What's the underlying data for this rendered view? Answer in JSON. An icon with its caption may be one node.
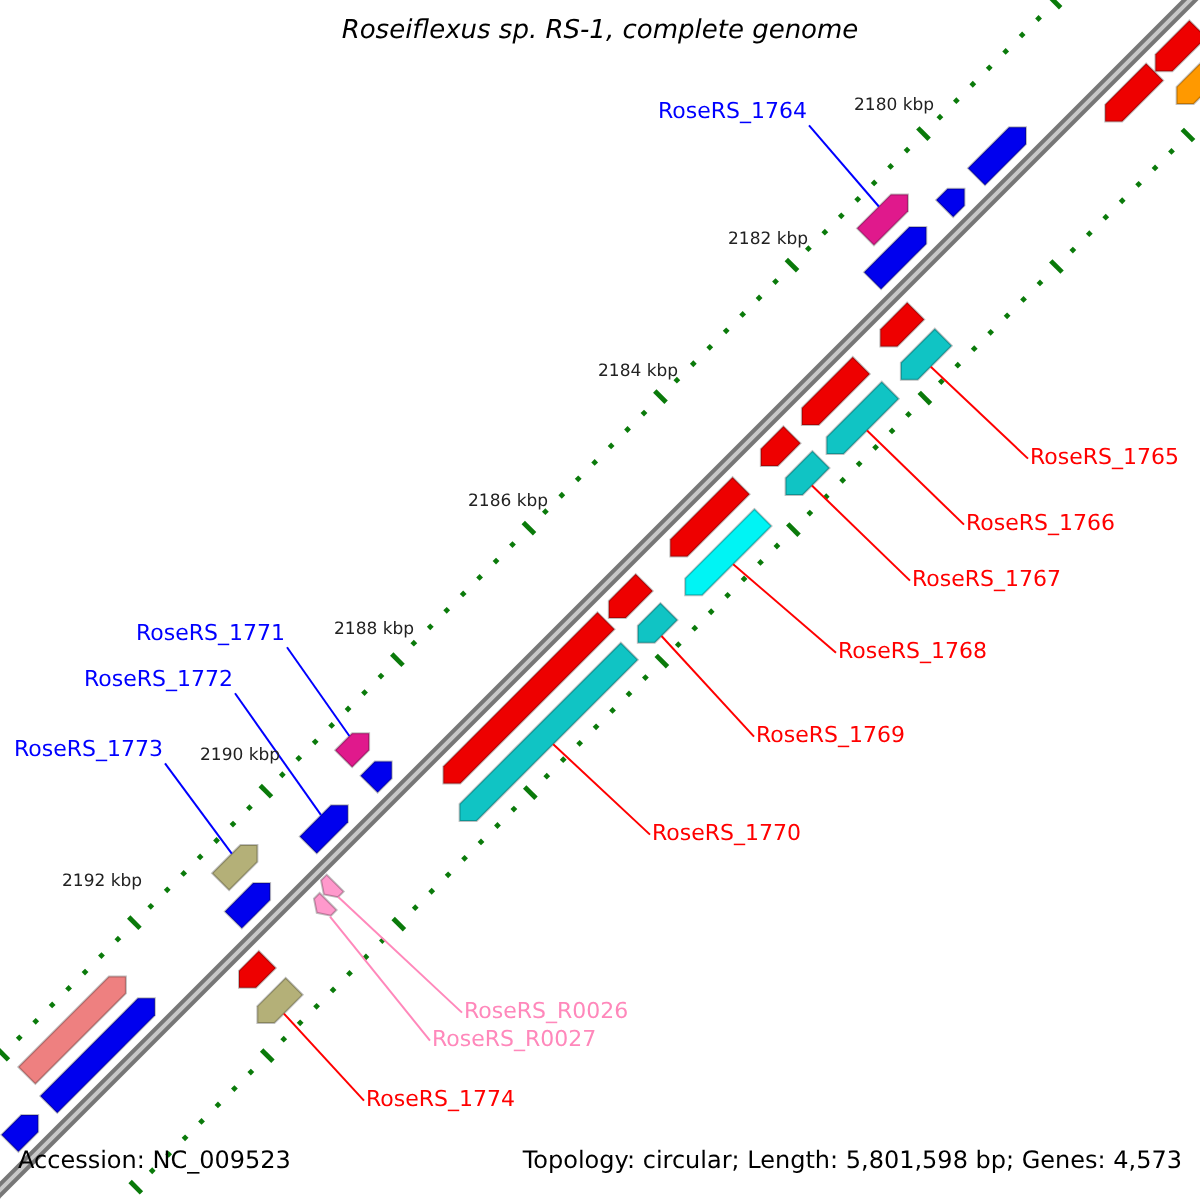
{
  "diagram": {
    "title": "Roseiflexus sp. RS-1, complete genome",
    "nodes": [
      {
        "text": [
          "RoseRS_1764"
        ]
      },
      {
        "text": [
          "RoseRS_1765"
        ]
      },
      {
        "text": [
          "RoseRS_1766"
        ]
      },
      {
        "text": [
          "RoseRS_1767"
        ]
      },
      {
        "text": [
          "RoseRS_1768"
        ]
      },
      {
        "text": [
          "RoseRS_1769"
        ]
      },
      {
        "text": [
          "RoseRS_1770"
        ]
      },
      {
        "text": [
          "RoseRS_1771"
        ]
      },
      {
        "text": [
          "RoseRS_1772"
        ]
      },
      {
        "text": [
          "RoseRS_1773"
        ]
      },
      {
        "text": [
          "RoseRS_R0026"
        ]
      },
      {
        "text": [
          "RoseRS_R0027"
        ]
      },
      {
        "text": [
          "RoseRS_1774"
        ]
      },
      {
        "text": [],
        "shape": "bar"
      },
      {
        "text": [],
        "shape": "bar"
      },
      {
        "text": [],
        "shape": "bar"
      },
      {
        "text": [],
        "shape": "bar"
      },
      {
        "text": [],
        "shape": "bar"
      },
      {
        "text": [],
        "shape": "bar"
      },
      {
        "text": [],
        "shape": "bar"
      },
      {
        "text": [],
        "shape": "bar"
      },
      {
        "text": [],
        "shape": "bar"
      },
      {
        "text": [],
        "shape": "bar"
      },
      {
        "text": [],
        "shape": "bar"
      },
      {
        "text": [],
        "shape": "bar"
      },
      {
        "text": [],
        "shape": "bar"
      },
      {
        "text": [],
        "shape": "bar"
      },
      {
        "text": [],
        "shape": "bar"
      },
      {
        "text": [],
        "shape": "bar"
      },
      {
        "text": [],
        "shape": "bar"
      },
      {
        "text": [],
        "shape": "bar"
      },
      {
        "text": [],
        "shape": "bar"
      },
      {
        "text": [],
        "shape": "bar"
      },
      {
        "text": [],
        "shape": "bar"
      },
      {
        "text": [],
        "shape": "bar"
      },
      {
        "text": [],
        "shape": "bar"
      },
      {
        "text": [],
        "shape": "bar"
      },
      {
        "text": [],
        "shape": "bar"
      },
      {
        "text": [],
        "shape": "bar"
      },
      {
        "text": [],
        "shape": "bar"
      },
      {
        "text": [],
        "shape": "bar"
      },
      {
        "text": [],
        "shape": "bar"
      },
      {
        "text": [],
        "shape": "bar"
      },
      {
        "text": [],
        "shape": "bar"
      }
    ],
    "edges": [
      {
        "from": 0,
        "to": 13,
        "arrow": "none",
        "color": "#0000ff"
      },
      {
        "from": 1,
        "to": 14,
        "arrow": "none"
      },
      {
        "from": 2,
        "to": 15,
        "arrow": "none"
      },
      {
        "from": 3,
        "to": 16,
        "arrow": "none"
      },
      {
        "from": 4,
        "to": 17,
        "arrow": "none"
      },
      {
        "from": 5,
        "to": 18,
        "arrow": "none"
      },
      {
        "from": 6,
        "to": 19,
        "arrow": "none"
      },
      {
        "from": 7,
        "to": 20,
        "arrow": "none",
        "color": "#0000ff"
      },
      {
        "from": 8,
        "to": 21,
        "arrow": "none",
        "color": "#0000ff"
      },
      {
        "from": 9,
        "to": 22,
        "arrow": "none",
        "color": "#0000ff"
      },
      {
        "from": 10,
        "to": 23,
        "arrow": "none",
        "color": "#ff88bb"
      },
      {
        "from": 11,
        "to": 24,
        "arrow": "none",
        "color": "#ff88bb"
      },
      {
        "from": 12,
        "to": 25,
        "arrow": "none"
      }
    ],
    "labels": [
      "2180 kbp",
      "2182 kbp",
      "2184 kbp",
      "2186 kbp",
      "2188 kbp",
      "2190 kbp",
      "2192 kbp",
      "Accession: NC_009523",
      "Topology: circular; Length: 5,801,598 bp; Genes: 4,573"
    ]
  }
}
